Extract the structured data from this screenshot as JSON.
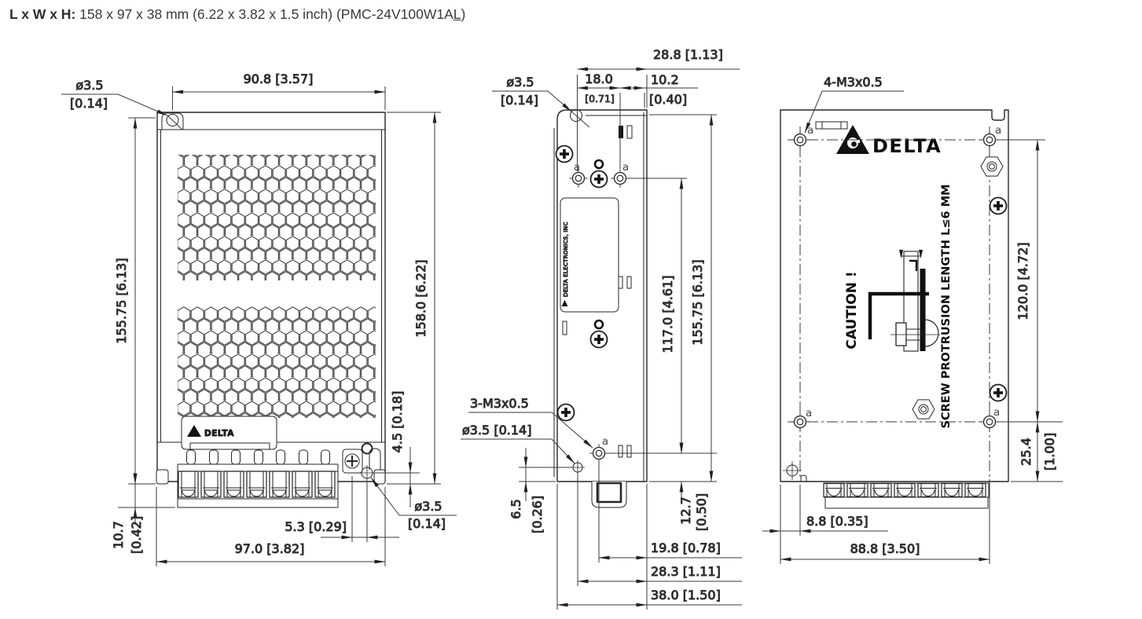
{
  "header": {
    "title_bold": "L x W x H:",
    "title_rest": " 158 x 97 x 38 mm (6.22 x 3.82 x 1.5 inch) (PMC-24V100W1A",
    "model_underlined": "L",
    "paren": ")"
  },
  "front_view": {
    "hole_dia_mm": "ø3.5",
    "hole_dia_in": "[0.14]",
    "top_width": "90.8 [3.57]",
    "height_left": "155.75 [6.13]",
    "height_right": "158.0 [6.22]",
    "led_offset": "4.5 [0.18]",
    "base_height_mm": "10.7",
    "base_height_in": "[0.42]",
    "pot_offset": "5.3 [0.29]",
    "bottom_width": "97.0 [3.82]",
    "hole2_dia_mm": "ø3.5",
    "hole2_dia_in": "[0.14]",
    "logo_text": "DELTA"
  },
  "side_view": {
    "depth_total": "28.8 [1.13]",
    "hole_dia_mm": "ø3.5",
    "hole_dia_in": "[0.14]",
    "hole_front_mm": "18.0",
    "hole_front_in": "[0.71]",
    "hole_back_mm": "10.2",
    "hole_back_in": "[0.40]",
    "label_vertical": "DELTA ELECTRONICS, INC",
    "holes_span": "117.0 [4.61]",
    "body_height": "155.75 [6.13]",
    "thread_spec": "3-M3x0.5",
    "hole2_label": "ø3.5 [0.14]",
    "hole_edge_mm": "6.5",
    "hole_edge_in": "[0.26]",
    "hole_base_mm": "12.7",
    "hole_base_in": "[0.50]",
    "chain_a": "19.8 [0.78]",
    "chain_b": "28.3 [1.11]",
    "chain_c": "38.0 [1.50]",
    "marker_a": "a"
  },
  "back_view": {
    "thread_spec": "4-M3x0.5",
    "logo_text": "DELTA",
    "caution_title": "CAUTION !",
    "caution_note": "SCREW PROTRUSION LENGTH  L≤6 MM",
    "holes_span_v": "120.0 [4.72]",
    "base_offset_mm": "25.4",
    "base_offset_in": "[1.00]",
    "hole_edge": "8.8 [0.35]",
    "holes_span_h": "88.8 [3.50]",
    "marker_a": "a"
  }
}
